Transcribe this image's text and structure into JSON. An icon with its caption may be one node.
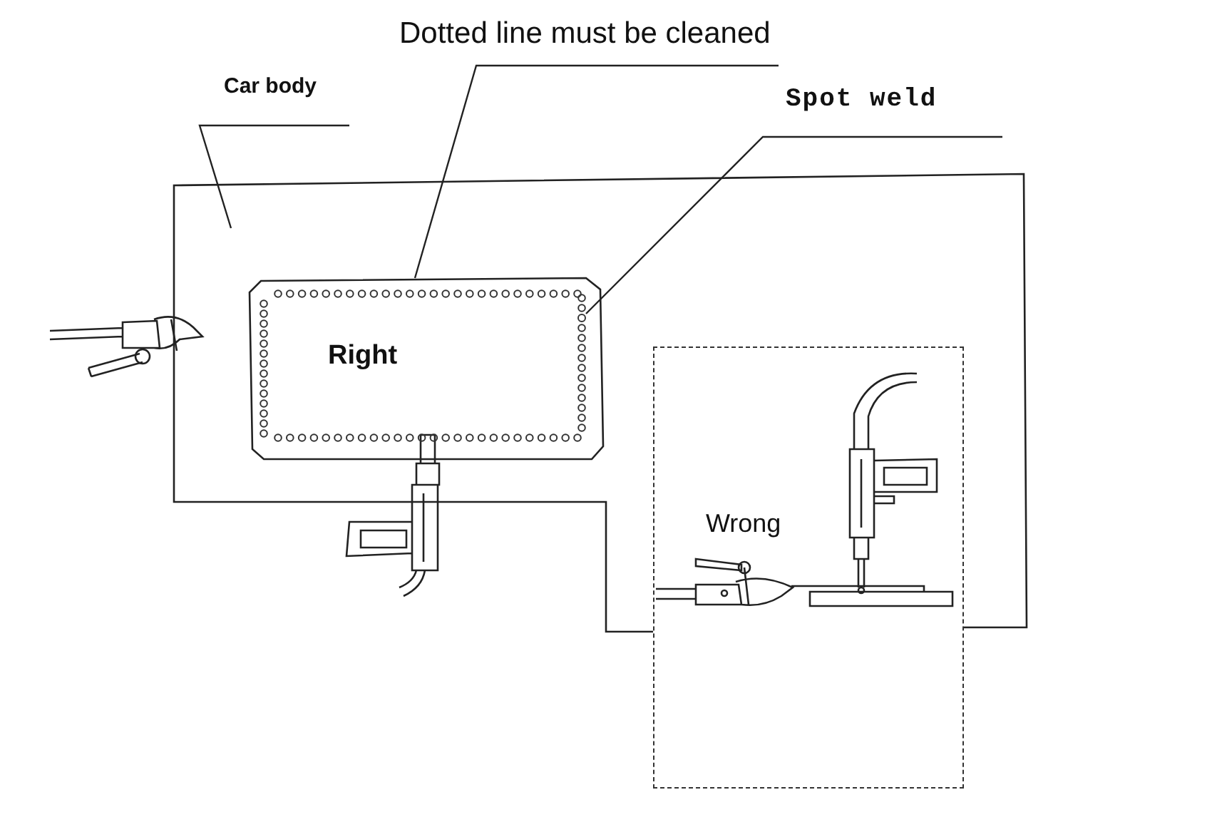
{
  "diagram": {
    "nodes": [
      {
        "text": [
          "Dotted line must be cleaned"
        ]
      },
      {
        "text": [
          "Car body"
        ]
      },
      {
        "text": [
          "Spot weld"
        ]
      },
      {
        "text": [],
        "shape": "box"
      },
      {
        "text": [
          "Right"
        ],
        "in": 3
      },
      {
        "text": [],
        "shape": "circle",
        "in": 4
      },
      {
        "text": [
          "Wrong"
        ]
      }
    ],
    "edges": [
      {
        "from": 0,
        "to": 4,
        "arrow": "none"
      },
      {
        "from": 1,
        "to": 3,
        "arrow": "none"
      },
      {
        "from": 2,
        "to": 5,
        "arrow": "none"
      }
    ]
  }
}
